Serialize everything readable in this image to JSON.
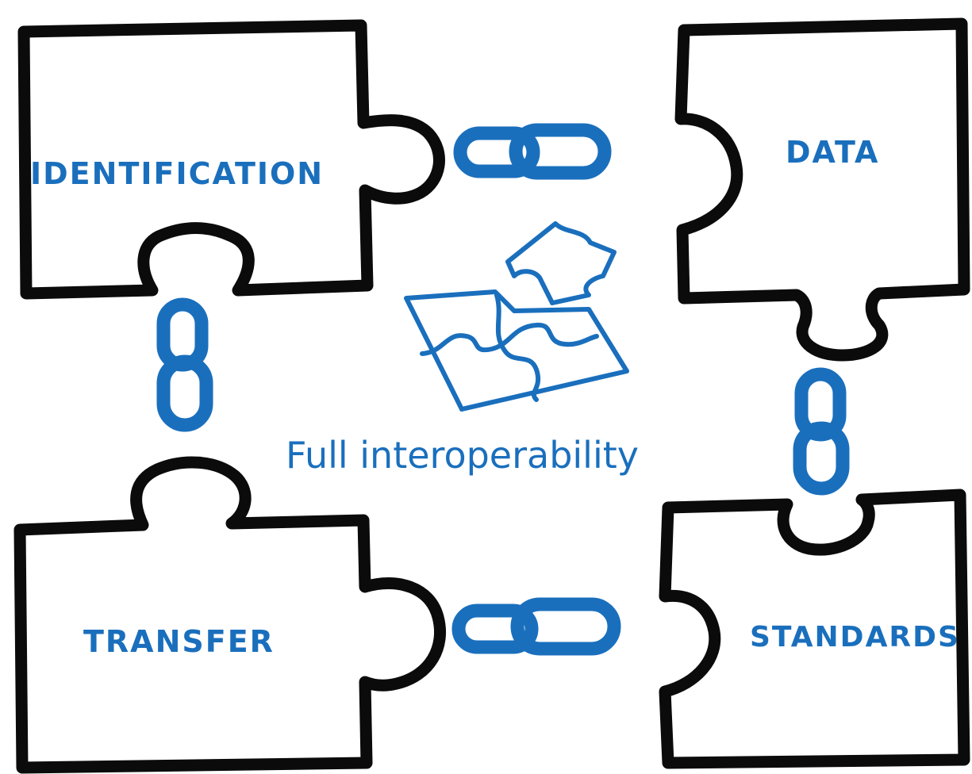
{
  "pieces": {
    "identification": "IDENTIFICATION",
    "data": "DATA",
    "transfer": "TRANSFER",
    "standards": "STANDARDS"
  },
  "caption": "Full interoperability",
  "colors": {
    "ink": "#0b0b0b",
    "accent": "#1a6fbd",
    "background": "#ffffff"
  },
  "icons": [
    "puzzle-piece",
    "chain-link",
    "assembled-puzzle"
  ]
}
